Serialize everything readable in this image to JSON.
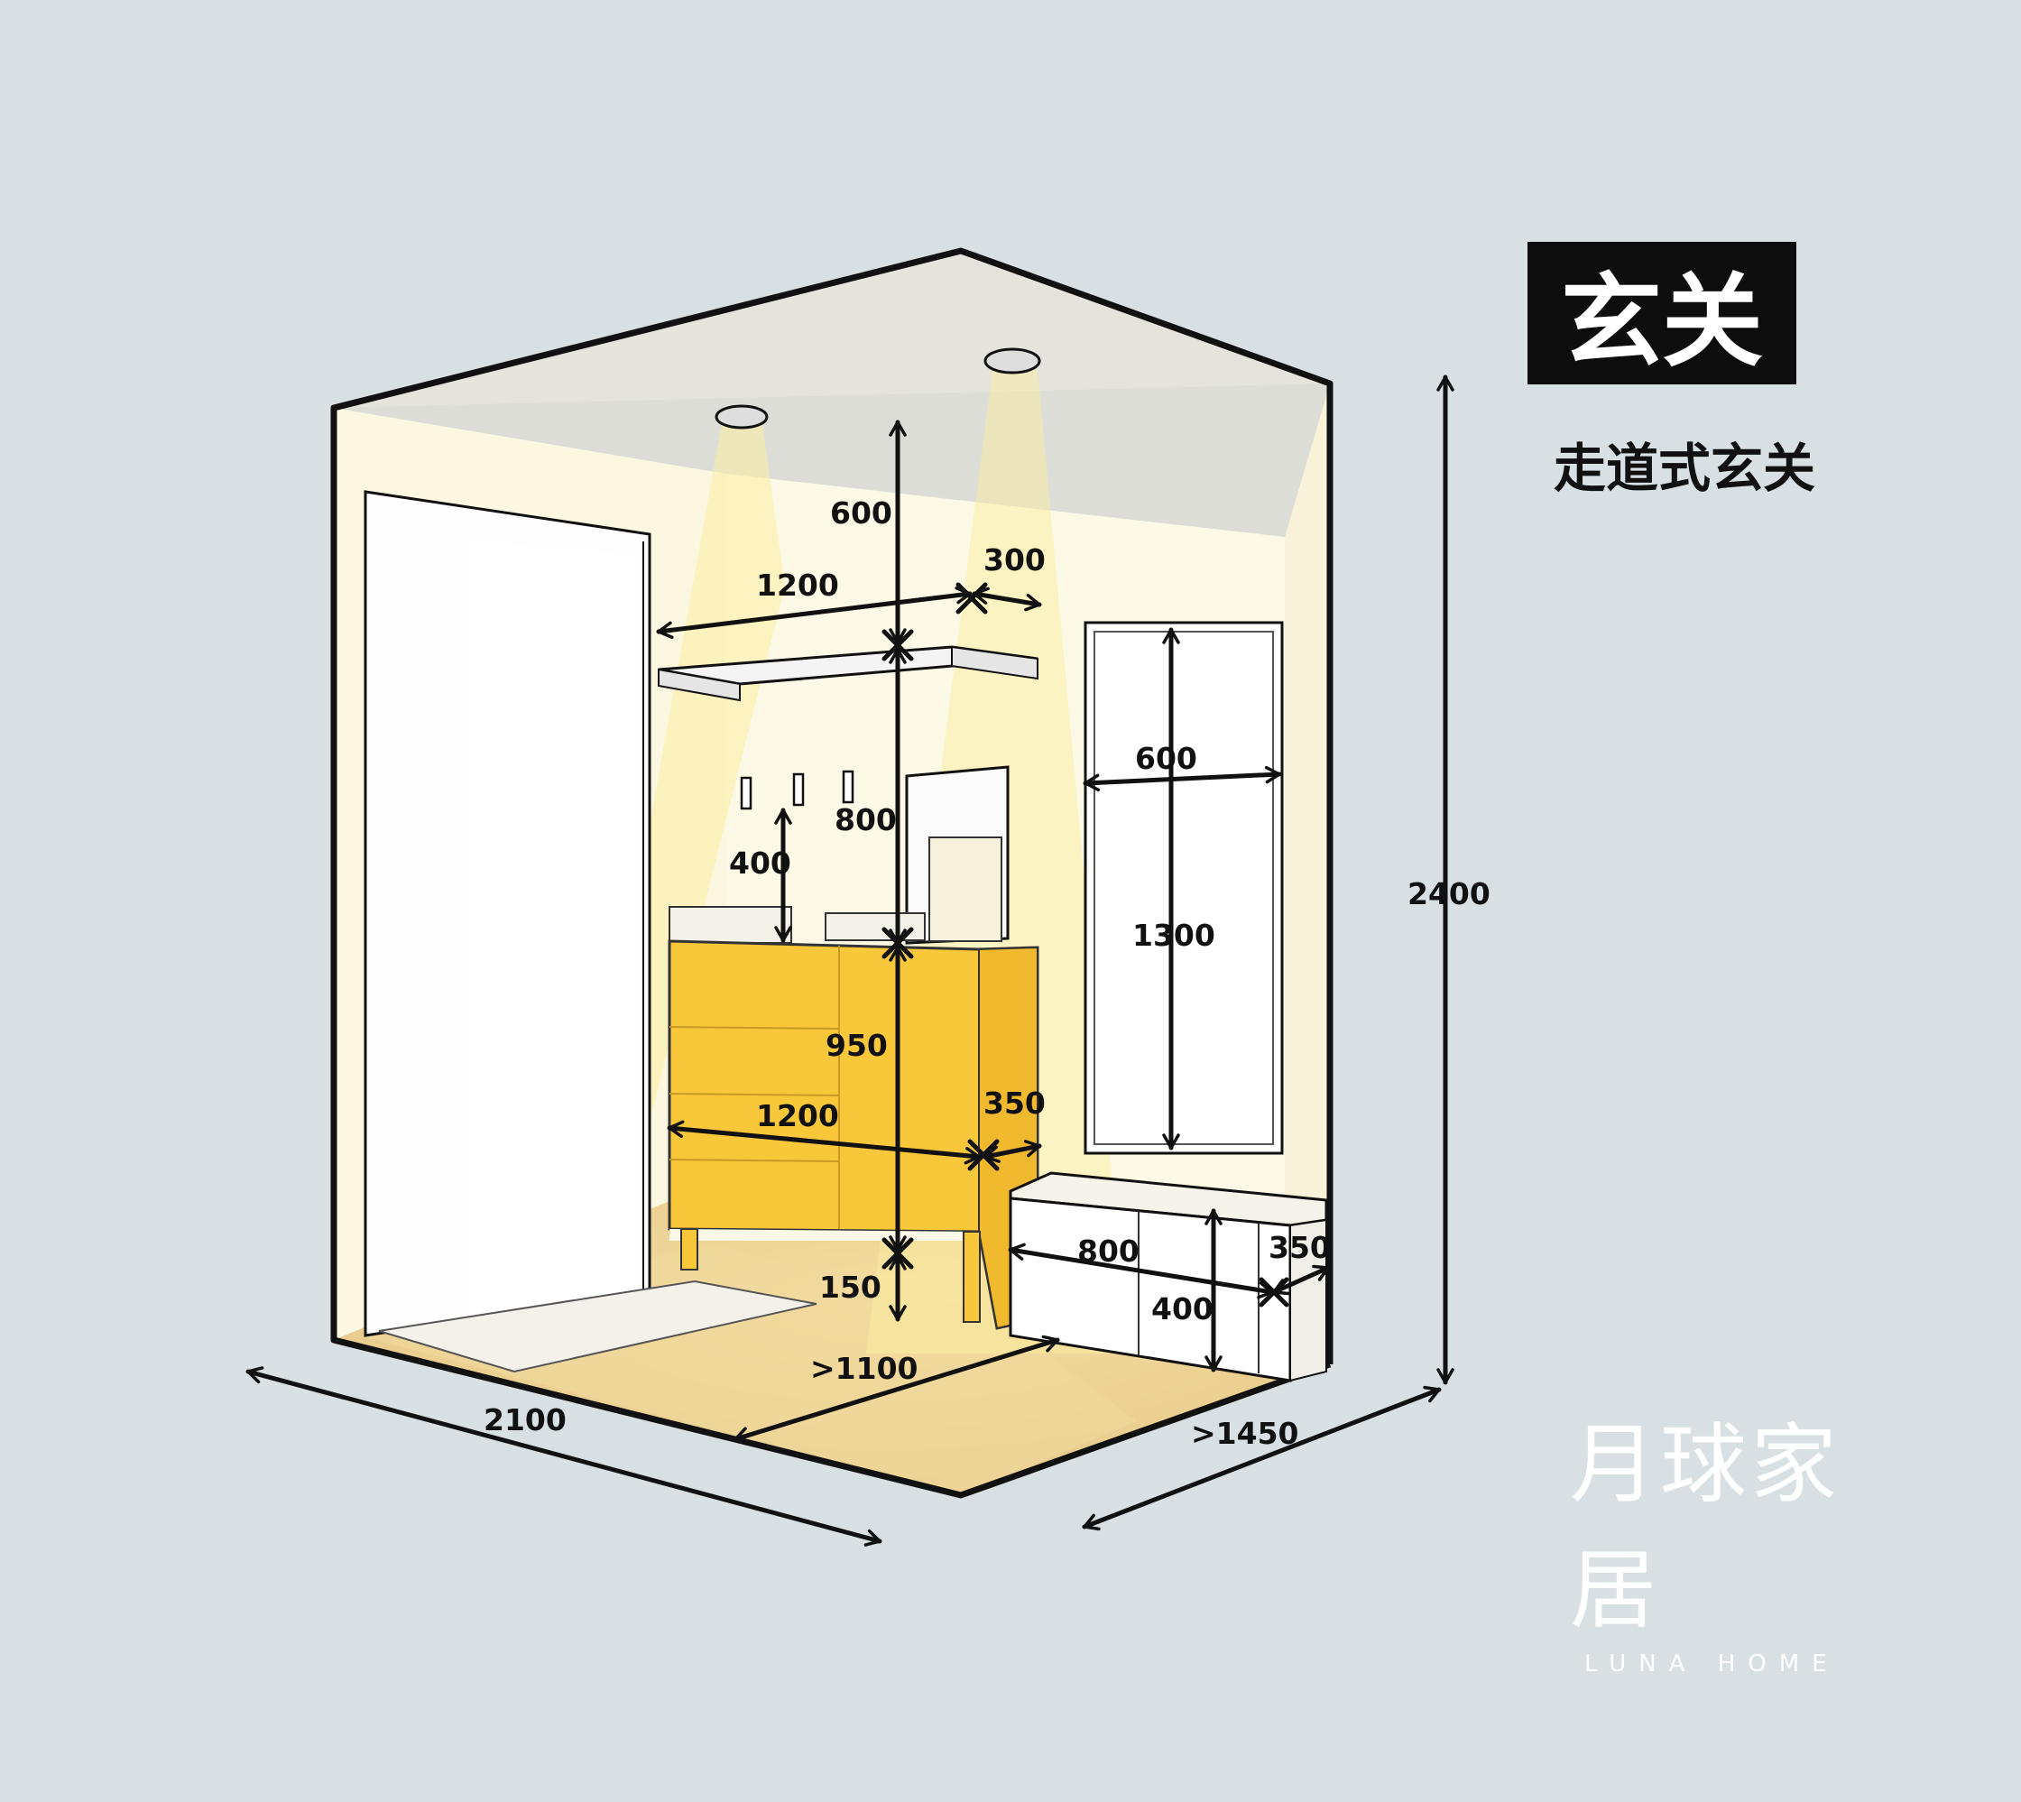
{
  "title": "玄关",
  "subtitle": "走道式玄关",
  "brand": {
    "name_cn": "月球家居",
    "name_en": "LUNA HOME"
  },
  "dimensions": {
    "shelf_height": "600",
    "shelf_width": "1200",
    "shelf_depth": "300",
    "hook_height": "400",
    "mirror_over_cabinet": "800",
    "cabinet_height": "950",
    "cabinet_width": "1200",
    "cabinet_depth": "350",
    "cabinet_legs": "150",
    "passage_width": ">1100",
    "mirror_width": "600",
    "mirror_height": "1300",
    "bench_width": "800",
    "bench_height": "400",
    "bench_depth": "350",
    "room_height": "2400",
    "room_length": "2100",
    "room_depth": ">1450"
  },
  "colors": {
    "background": "#d8e0e3",
    "cabinet": "#f8c73a",
    "light_beam": "#fbeea0",
    "floor": "#edd49a",
    "wall": "#fcf9e6",
    "ceiling": "#e4e3dc"
  }
}
